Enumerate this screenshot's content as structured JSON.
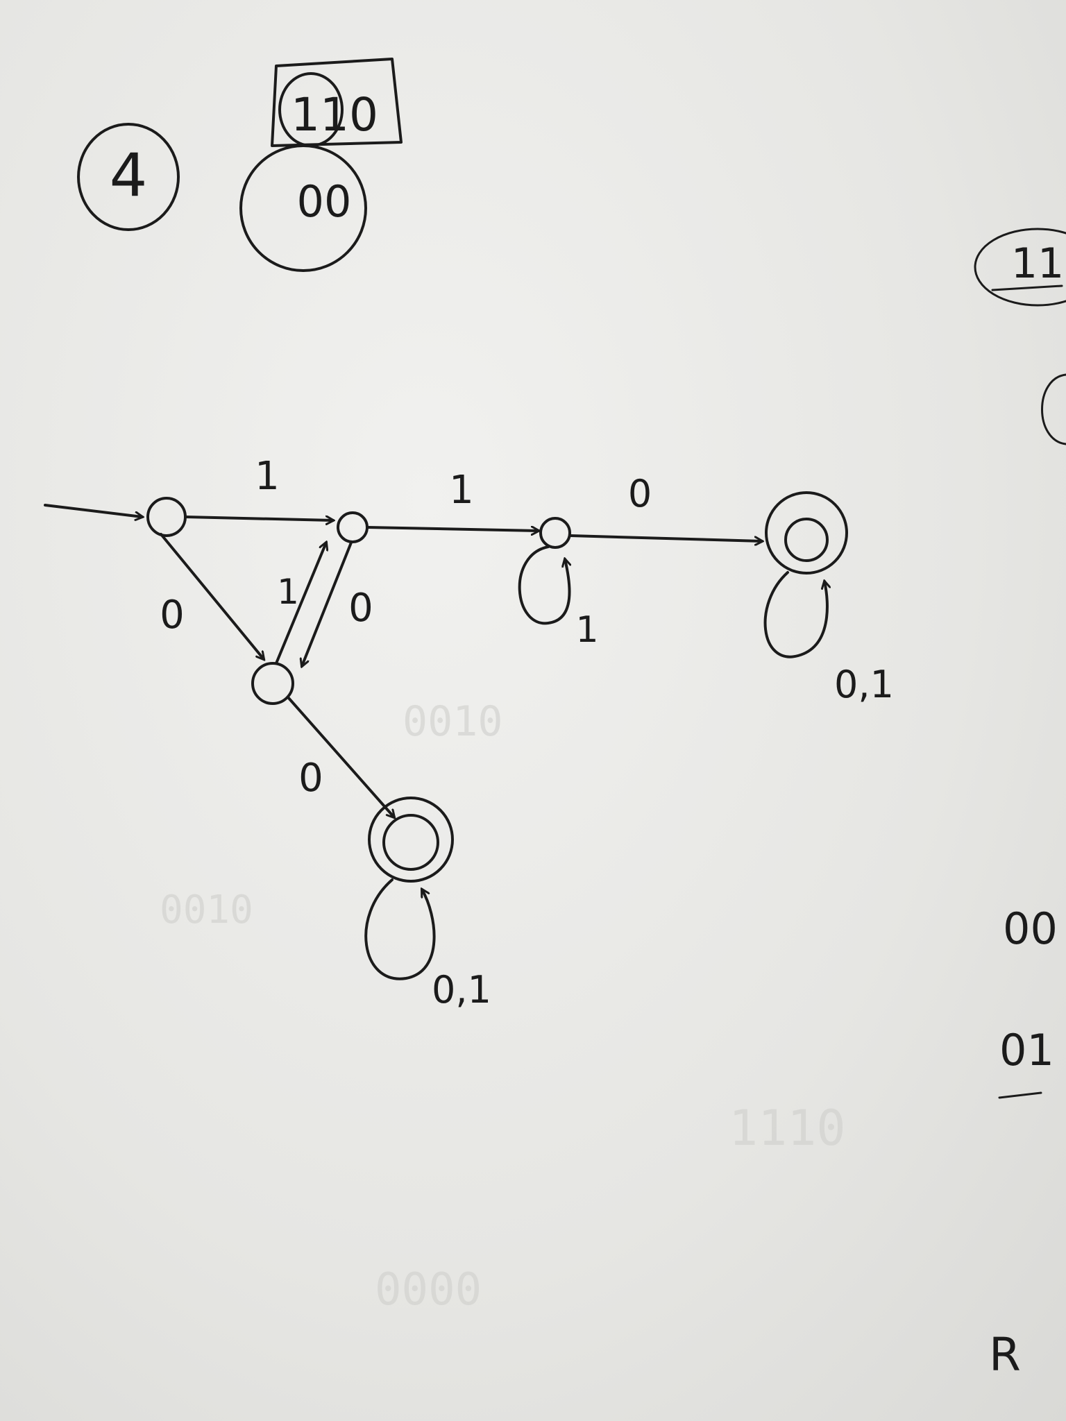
{
  "colors": {
    "ink": "#1b1b1b",
    "paper": "#ececea",
    "ghost": "#d0d0cd"
  },
  "header": {
    "problem_number": "4",
    "boxed_string": "110",
    "circled_string": "00"
  },
  "automaton": {
    "states": [
      {
        "id": "q0",
        "initial": true,
        "accepting": false
      },
      {
        "id": "q1",
        "initial": false,
        "accepting": false
      },
      {
        "id": "q2",
        "initial": false,
        "accepting": false
      },
      {
        "id": "q3",
        "initial": false,
        "accepting": false
      },
      {
        "id": "q4",
        "initial": false,
        "accepting": true
      },
      {
        "id": "q5",
        "initial": false,
        "accepting": true
      }
    ],
    "transitions": [
      {
        "from": "q0",
        "to": "q1",
        "label": "1"
      },
      {
        "from": "q0",
        "to": "q2",
        "label": "0"
      },
      {
        "from": "q2",
        "to": "q1",
        "label": "1"
      },
      {
        "from": "q1",
        "to": "q2",
        "label": "0"
      },
      {
        "from": "q1",
        "to": "q3",
        "label": "1"
      },
      {
        "from": "q3",
        "to": "q3",
        "label": "1"
      },
      {
        "from": "q3",
        "to": "q4",
        "label": "0"
      },
      {
        "from": "q4",
        "to": "q4",
        "label": "0,1"
      },
      {
        "from": "q2",
        "to": "q5",
        "label": "0"
      },
      {
        "from": "q5",
        "to": "q5",
        "label": "0,1"
      }
    ]
  },
  "margin_right": {
    "top_circled": "11",
    "mid_text": "00",
    "lower_text": "01",
    "bottom_text": "R"
  }
}
